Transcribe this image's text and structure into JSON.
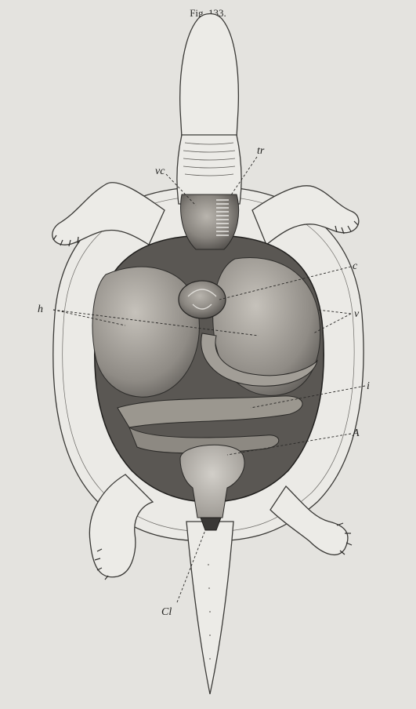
{
  "figure": {
    "title": "Fig. 133.",
    "labels": {
      "vc": "vc",
      "tr": "tr",
      "c": "c",
      "h": "h",
      "v": "v",
      "i": "i",
      "A": "A",
      "Cl": "Cl"
    }
  }
}
